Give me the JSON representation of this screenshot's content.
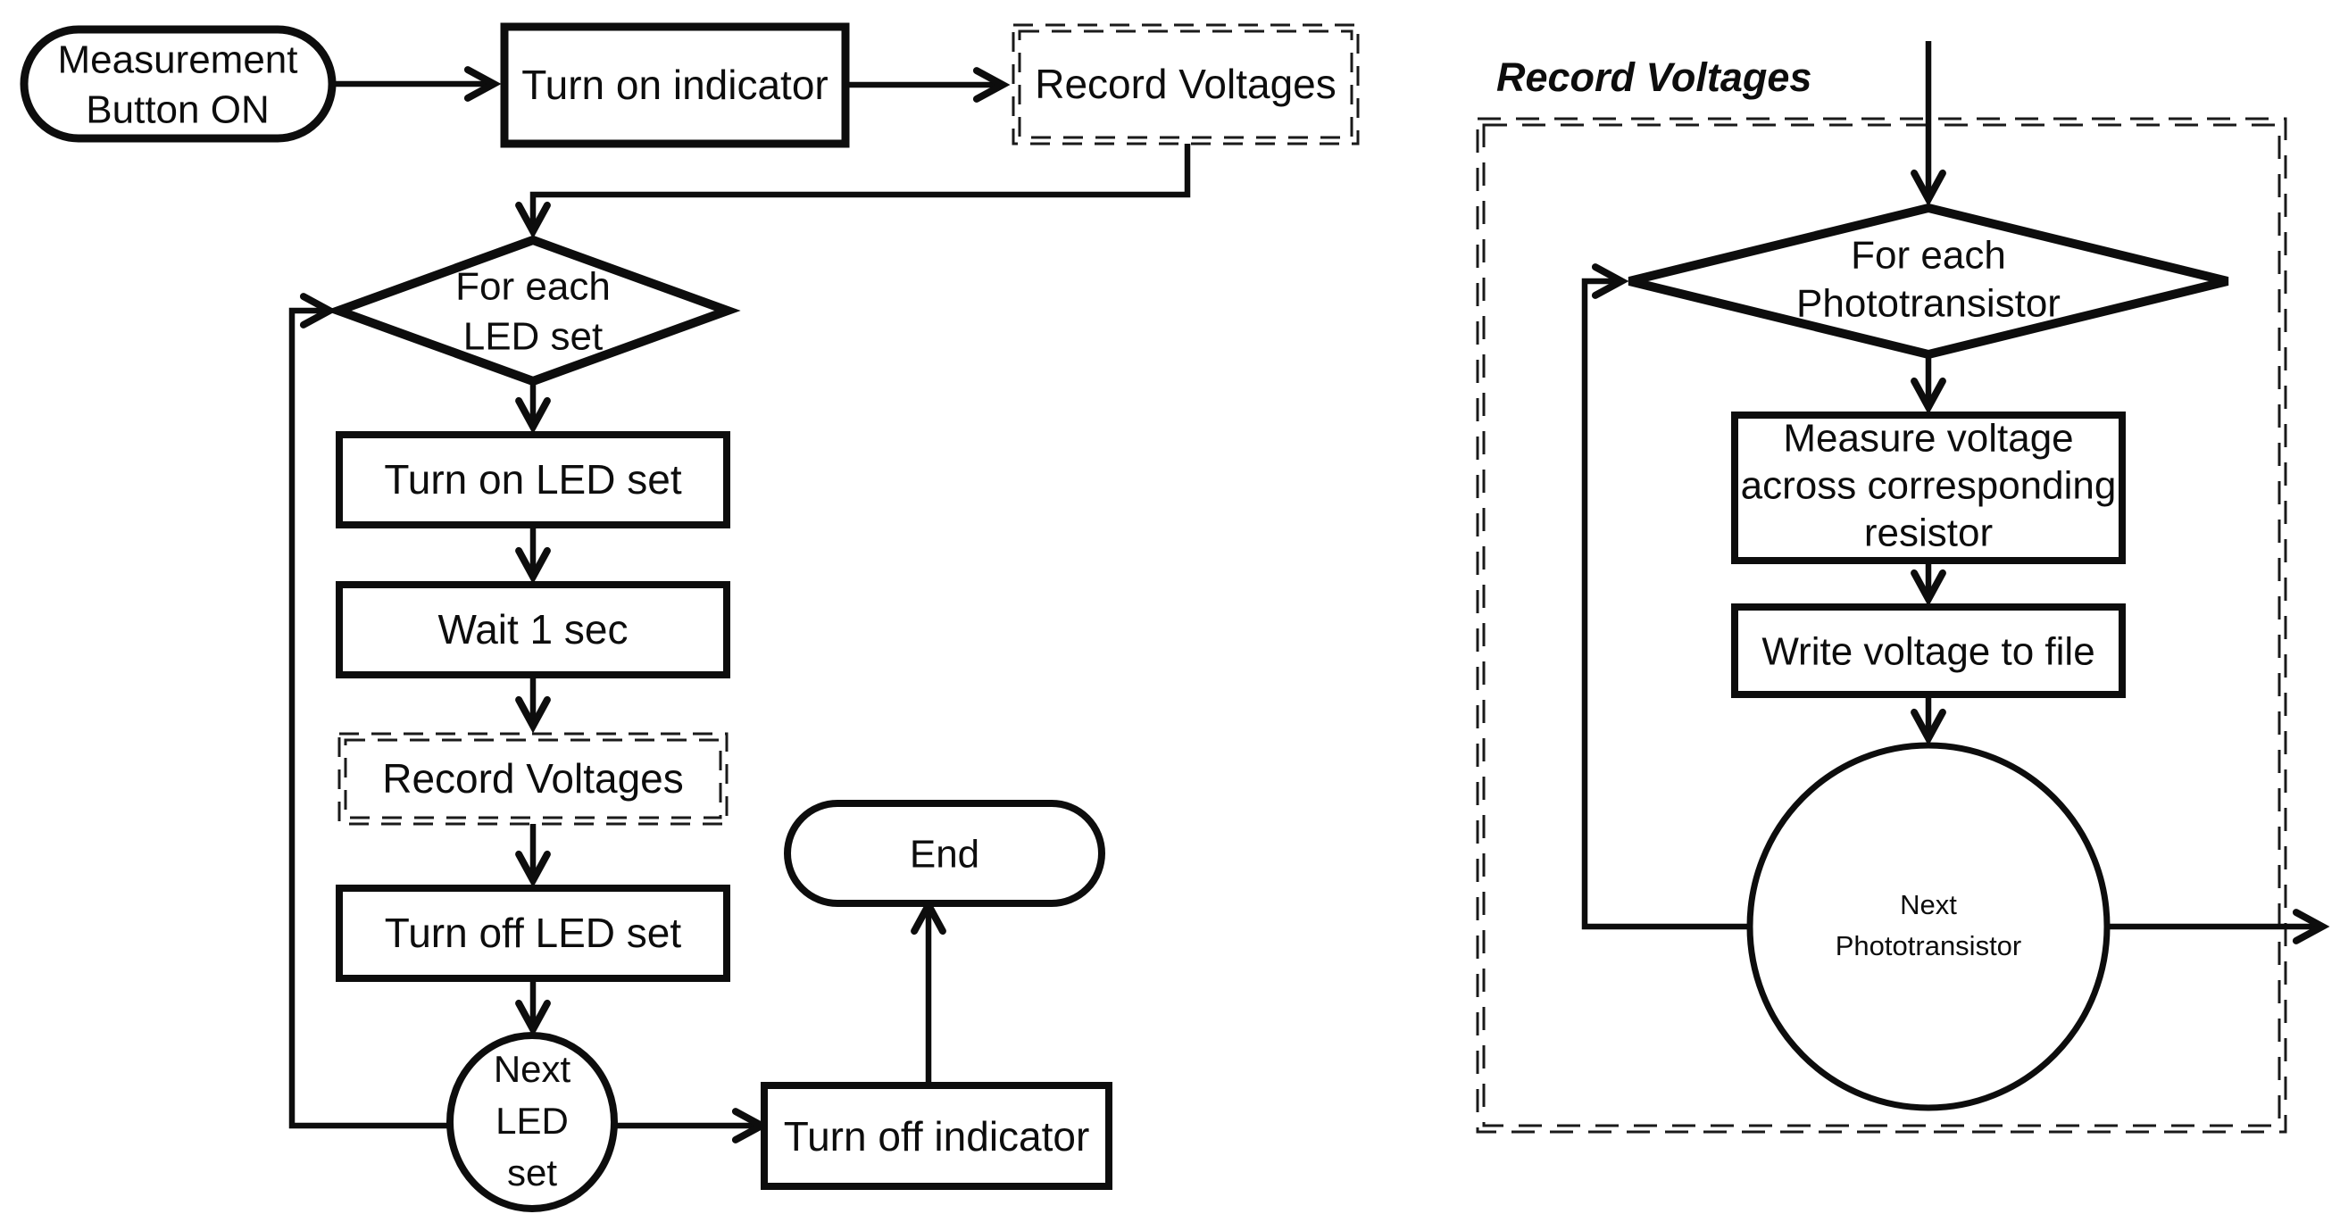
{
  "left": {
    "start_lines": [
      "Measurement",
      "Button ON"
    ],
    "turn_on_indicator": "Turn on indicator",
    "record_voltages": "Record Voltages",
    "loop_lines": [
      "For each",
      "LED set"
    ],
    "turn_on_led_set": "Turn on LED set",
    "wait_1_sec": "Wait 1 sec",
    "record_voltages_sub": "Record Voltages",
    "turn_off_led_set": "Turn off LED set",
    "next_led_set_lines": [
      "Next",
      "LED",
      "set"
    ],
    "turn_off_indicator": "Turn off indicator",
    "end": "End"
  },
  "right": {
    "subroutine_label": "Record Voltages",
    "loop_lines": [
      "For each",
      "Phototransistor"
    ],
    "measure_lines": [
      "Measure voltage",
      "across corresponding",
      "resistor"
    ],
    "write_voltage": "Write voltage to file",
    "next_lines": [
      "Next",
      "Phototransistor"
    ]
  },
  "colors": {
    "ink": "#0d0d0d",
    "paper": "#ffffff"
  }
}
